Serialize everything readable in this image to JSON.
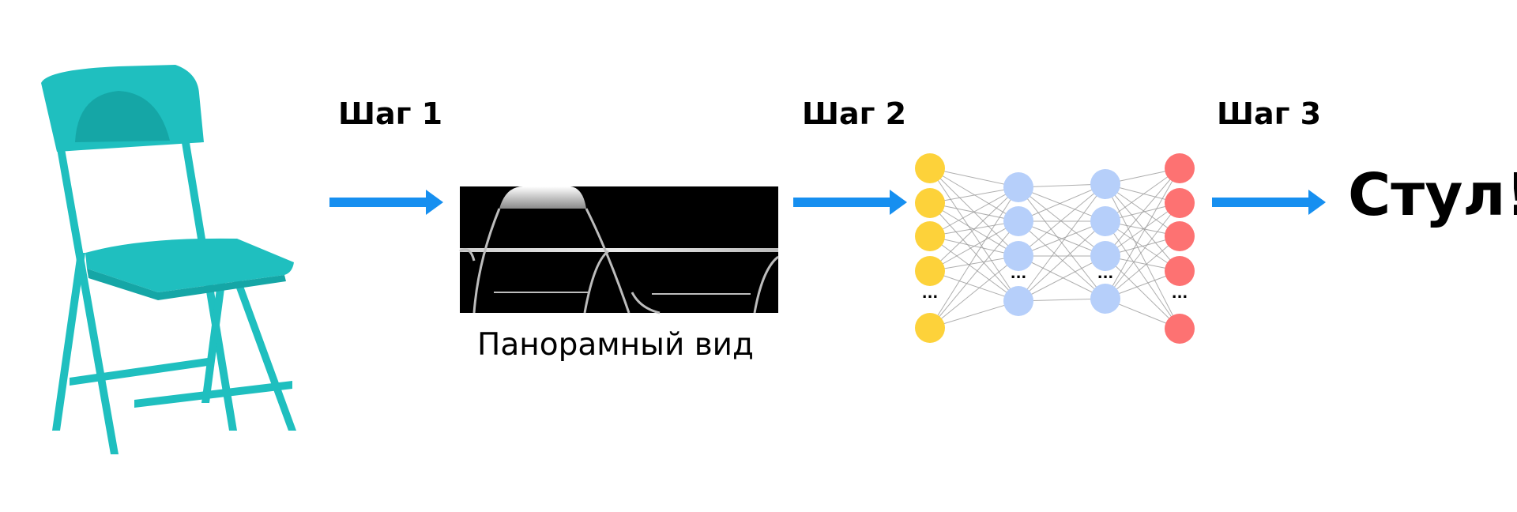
{
  "steps": [
    {
      "label": "Шаг 1"
    },
    {
      "label": "Шаг 2"
    },
    {
      "label": "Шаг 3"
    }
  ],
  "panorama": {
    "caption": "Панорамный вид"
  },
  "result": {
    "text": "Стул!"
  },
  "network": {
    "layers": [
      {
        "color": "#FDD23A",
        "visible_nodes": 5,
        "ellipsis": true
      },
      {
        "color": "#B6CFFA",
        "visible_nodes": 4,
        "ellipsis": true
      },
      {
        "color": "#B6CFFA",
        "visible_nodes": 4,
        "ellipsis": true
      },
      {
        "color": "#FD7272",
        "visible_nodes": 5,
        "ellipsis": true
      }
    ],
    "ellipsis_symbol": "..."
  },
  "colors": {
    "arrow": "#168FF0",
    "chair": "#1FBFBF",
    "chair_dark": "#15A6A6",
    "panorama_bg": "#000000",
    "edge": "#9A9A9A"
  }
}
